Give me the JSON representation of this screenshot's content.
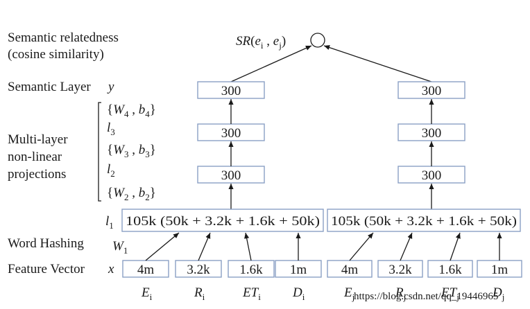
{
  "left_labels": {
    "semantic_relatedness": "Semantic relatedness",
    "cosine_similarity": "(cosine similarity)",
    "semantic_layer": "Semantic Layer",
    "semantic_layer_var": "y",
    "multi_layer": "Multi-layer",
    "non_linear": "non-linear",
    "projections": "projections",
    "word_hashing": "Word Hashing",
    "word_hashing_var": "W",
    "word_hashing_sub": "1",
    "feature_vector": "Feature Vector",
    "feature_vector_var": "x"
  },
  "params": {
    "w4": {
      "w": "W",
      "wsub": "4",
      "b": "b",
      "bsub": "4"
    },
    "w3": {
      "w": "W",
      "wsub": "3",
      "b": "b",
      "bsub": "3"
    },
    "w2": {
      "w": "W",
      "wsub": "2",
      "b": "b",
      "bsub": "2"
    }
  },
  "layer_names": {
    "l3": {
      "base": "l",
      "sub": "3"
    },
    "l2": {
      "base": "l",
      "sub": "2"
    },
    "l1": {
      "base": "l",
      "sub": "1"
    }
  },
  "similarity": {
    "sr": "SR",
    "ei": "e",
    "ei_sub": "i",
    "ej": "e",
    "ej_sub": "j"
  },
  "towers": {
    "left": {
      "semantic": "300",
      "l3": "300",
      "l2": "300",
      "hashing": "105k (50k + 3.2k + 1.6k + 50k)",
      "features": [
        "4m",
        "3.2k",
        "1.6k",
        "1m"
      ],
      "inputs": [
        {
          "base": "E",
          "sub": "i"
        },
        {
          "base": "R",
          "sub": "i"
        },
        {
          "base": "ET",
          "sub": "i"
        },
        {
          "base": "D",
          "sub": "i"
        }
      ]
    },
    "right": {
      "semantic": "300",
      "l3": "300",
      "l2": "300",
      "hashing": "105k (50k + 3.2k + 1.6k + 50k)",
      "features": [
        "4m",
        "3.2k",
        "1.6k",
        "1m"
      ],
      "inputs": [
        {
          "base": "E",
          "sub": "j"
        },
        {
          "base": "R",
          "sub": "j"
        },
        {
          "base": "ET",
          "sub": "j"
        },
        {
          "base": "D",
          "sub": "j"
        }
      ]
    }
  },
  "watermark": "https://blog.csdn.net/qq_19446965"
}
